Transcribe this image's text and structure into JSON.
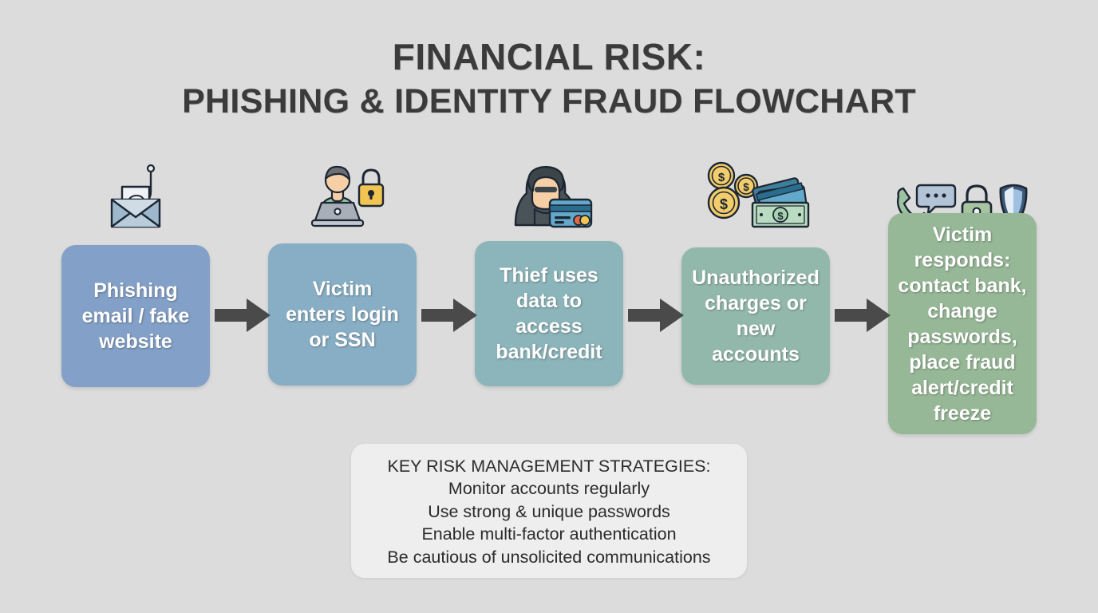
{
  "title": {
    "line1": "FINANCIAL RISK:",
    "line2": "PHISHING & IDENTITY FRAUD FLOWCHART",
    "color": "#3b3b3b"
  },
  "background_color": "#dcdcdc",
  "arrow_color": "#4a4a4a",
  "flow": {
    "steps": [
      {
        "id": "step-1",
        "label": "Phishing\nemail / fake\nwebsite",
        "box_color": "#82a0c8",
        "icons": [
          "phishing-email-icon"
        ]
      },
      {
        "id": "step-2",
        "label": "Victim\nenters login\nor SSN",
        "box_color": "#87aec5",
        "icons": [
          "person-laptop-icon",
          "padlock-gold-icon"
        ]
      },
      {
        "id": "step-3",
        "label": "Thief uses\ndata to\naccess\nbank/credit",
        "box_color": "#8bb5ba",
        "icons": [
          "hooded-thief-icon",
          "credit-card-icon"
        ]
      },
      {
        "id": "step-4",
        "label": "Unauthorized\ncharges or\nnew\naccounts",
        "box_color": "#92b8ac",
        "icons": [
          "coins-icon",
          "cash-card-icon"
        ]
      },
      {
        "id": "step-5",
        "label": "Victim\nresponds:\ncontact bank,\nchange\npasswords,\nplace fraud\nalert/credit\nfreeze",
        "box_color": "#96b896",
        "icons": [
          "phone-chat-icon",
          "padlock-green-icon",
          "shield-icon"
        ]
      }
    ],
    "arrow_count": 4
  },
  "footer": {
    "panel_color": "#eeeeee",
    "lines": [
      "KEY RISK MANAGEMENT STRATEGIES:",
      "Monitor accounts regularly",
      "Use strong & unique passwords",
      "Enable multi-factor authentication",
      "Be cautious of unsolicited communications"
    ]
  }
}
